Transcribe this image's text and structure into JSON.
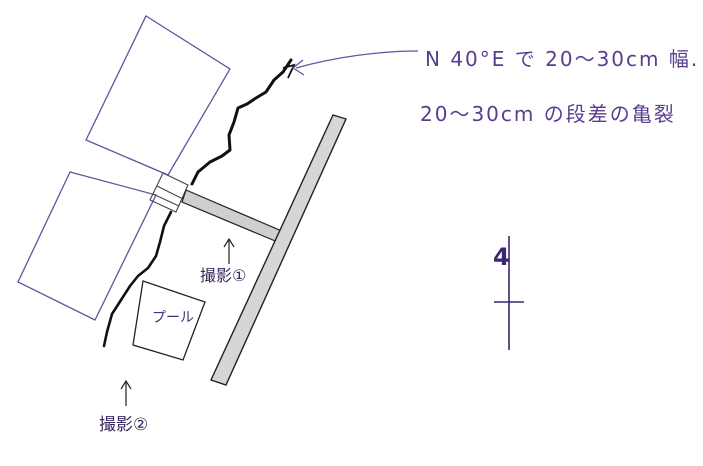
{
  "annotations": {
    "crack_note_line1": "N 40°E で 20〜30cm 幅.",
    "crack_note_line2": "20〜30cm の段差の亀裂"
  },
  "labels": {
    "pool": "プール",
    "photo_point_1": "撮影①",
    "photo_point_2": "撮影②",
    "north": "4"
  },
  "colors": {
    "ink": "#5a3d8f",
    "pencil": "#222222",
    "background": "#ffffff"
  }
}
